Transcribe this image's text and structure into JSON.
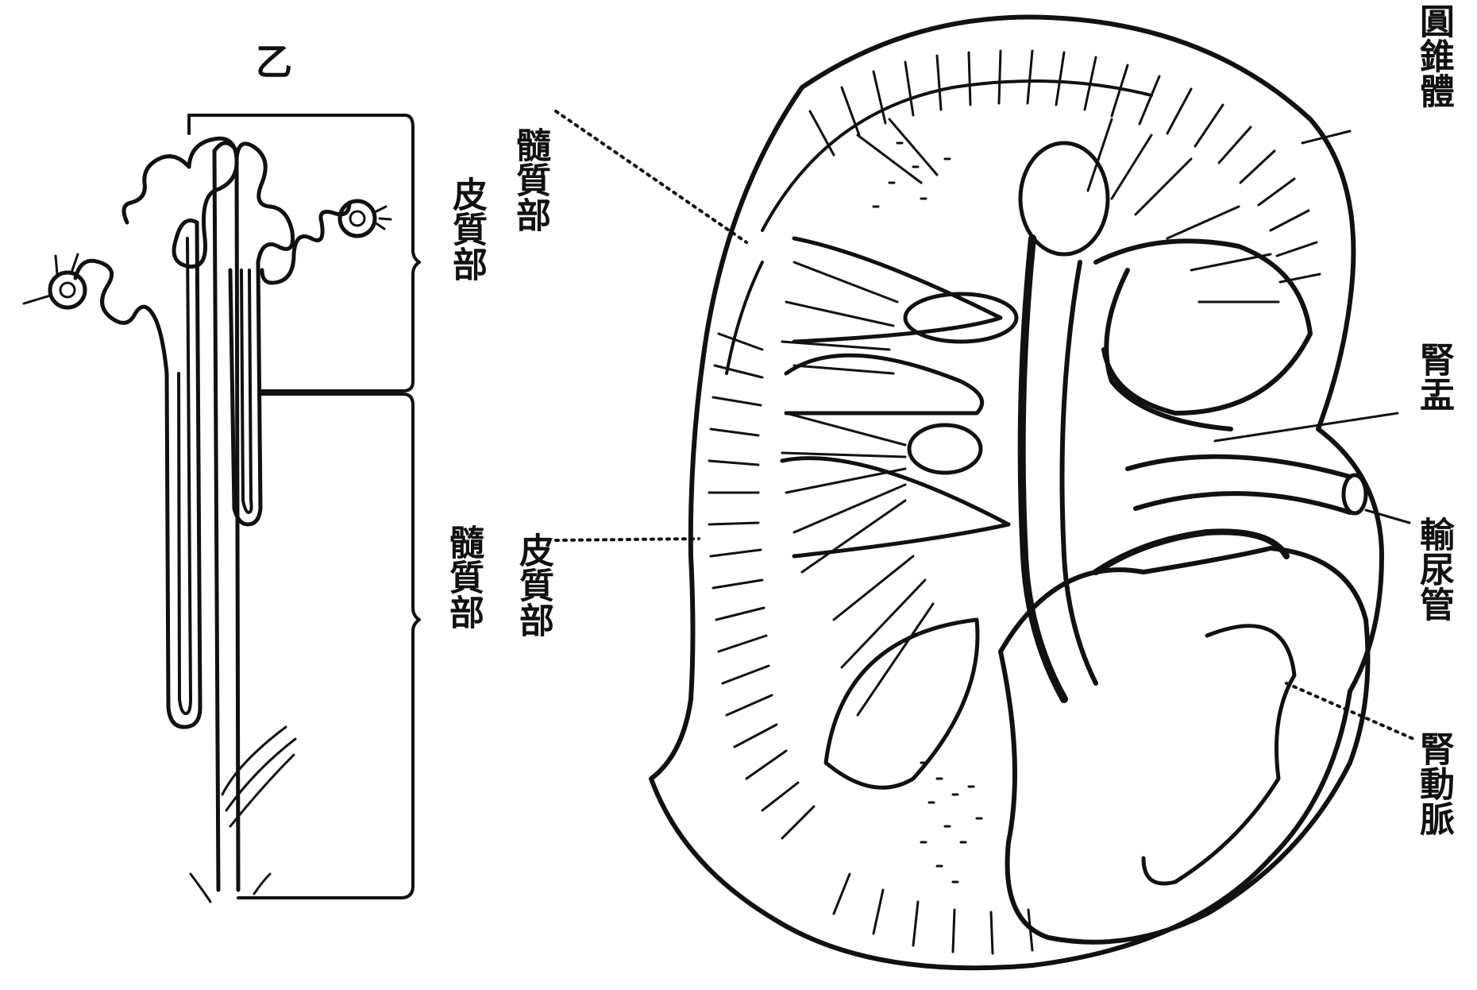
{
  "figure": {
    "panel_label": "乙",
    "nephron_labels": {
      "cortex": "皮質部",
      "medulla": "髓質部"
    },
    "kidney_labels": {
      "pyramid": "圓錐體",
      "medulla_pointer": "髓質部",
      "cortex_pointer": "皮質部",
      "pelvis": "腎盂",
      "ureter": "輸尿管",
      "renal_artery": "腎動脈"
    },
    "ink_color": "#111111",
    "paper_color": "#ffffff"
  }
}
